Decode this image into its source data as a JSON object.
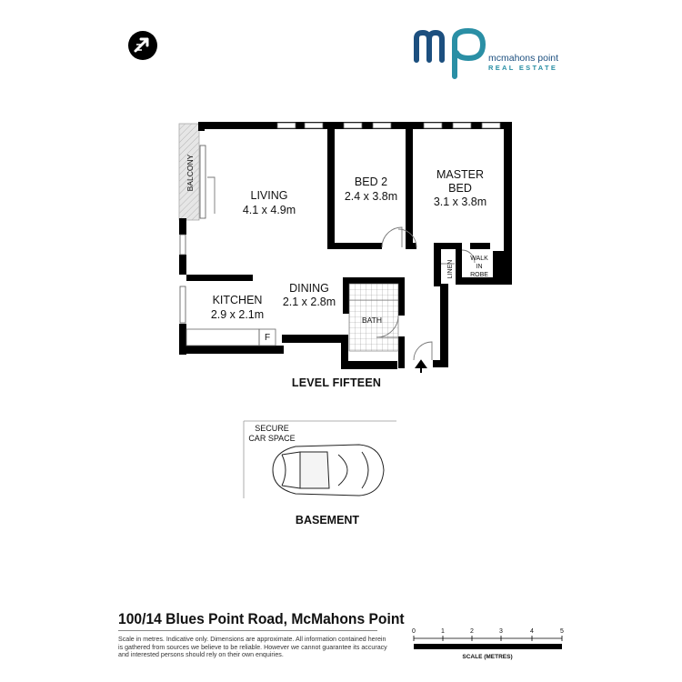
{
  "logo": {
    "brand_name": "mcmahons point",
    "tagline": "REAL ESTATE",
    "colors": {
      "blue": "#1c4f7f",
      "teal": "#2a8fa5"
    }
  },
  "compass": {
    "icon": "north-arrow-icon"
  },
  "plan": {
    "level_label": "LEVEL FIFTEEN",
    "rooms": {
      "living": {
        "name": "LIVING",
        "size": "4.1 x 4.9m"
      },
      "bed2": {
        "name": "BED 2",
        "size": "2.4 x 3.8m"
      },
      "master": {
        "name_line1": "MASTER",
        "name_line2": "BED",
        "size": "3.1 x 3.8m"
      },
      "dining": {
        "name": "DINING",
        "size": "2.1 x 2.8m"
      },
      "kitchen": {
        "name": "KITCHEN",
        "size": "2.9 x 2.1m"
      },
      "bath": {
        "name": "BATH"
      },
      "balcony": {
        "name": "BALCONY"
      },
      "linen": {
        "name": "LINEN"
      },
      "walk_in_robe": {
        "line1": "WALK",
        "line2": "IN",
        "line3": "ROBE"
      },
      "fridge": {
        "name": "F"
      }
    }
  },
  "basement": {
    "car_label_line1": "SECURE",
    "car_label_line2": "CAR SPACE",
    "label": "BASEMENT"
  },
  "footer": {
    "address": "100/14 Blues Point Road, McMahons Point",
    "disclaimer": "Scale in metres. Indicative only. Dimensions are approximate. All information contained herein is gathered from sources we believe to be reliable. However we cannot guarantee its accuracy and interested persons should rely on their own enquiries.",
    "scale_ticks": [
      "0",
      "1",
      "2",
      "3",
      "4",
      "5"
    ],
    "scale_label": "SCALE (METRES)"
  }
}
